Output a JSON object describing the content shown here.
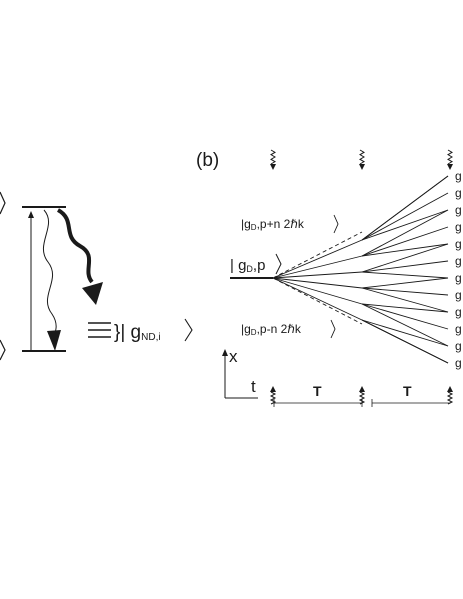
{
  "panel_a": {
    "decay_state_label": "}| g",
    "decay_state_subscript": "ND,i"
  },
  "panel_b": {
    "panel_label": "(b)",
    "state_plus_prefix": "|g",
    "state_plus_sub": "D",
    "state_plus_suffix": ",p+n 2ℏk",
    "state_initial_prefix": "| g",
    "state_initial_sub": "D",
    "state_initial_suffix": ",p",
    "state_minus_prefix": "|g",
    "state_minus_sub": "D",
    "state_minus_suffix": ",p-n 2ℏk",
    "axis_x_label": "x",
    "axis_t_label": "t",
    "interval_label_1": "T",
    "interval_label_2": "T",
    "right_edge_letter": "g"
  },
  "colors": {
    "ink": "#1a1a1a",
    "background": "#ffffff"
  }
}
